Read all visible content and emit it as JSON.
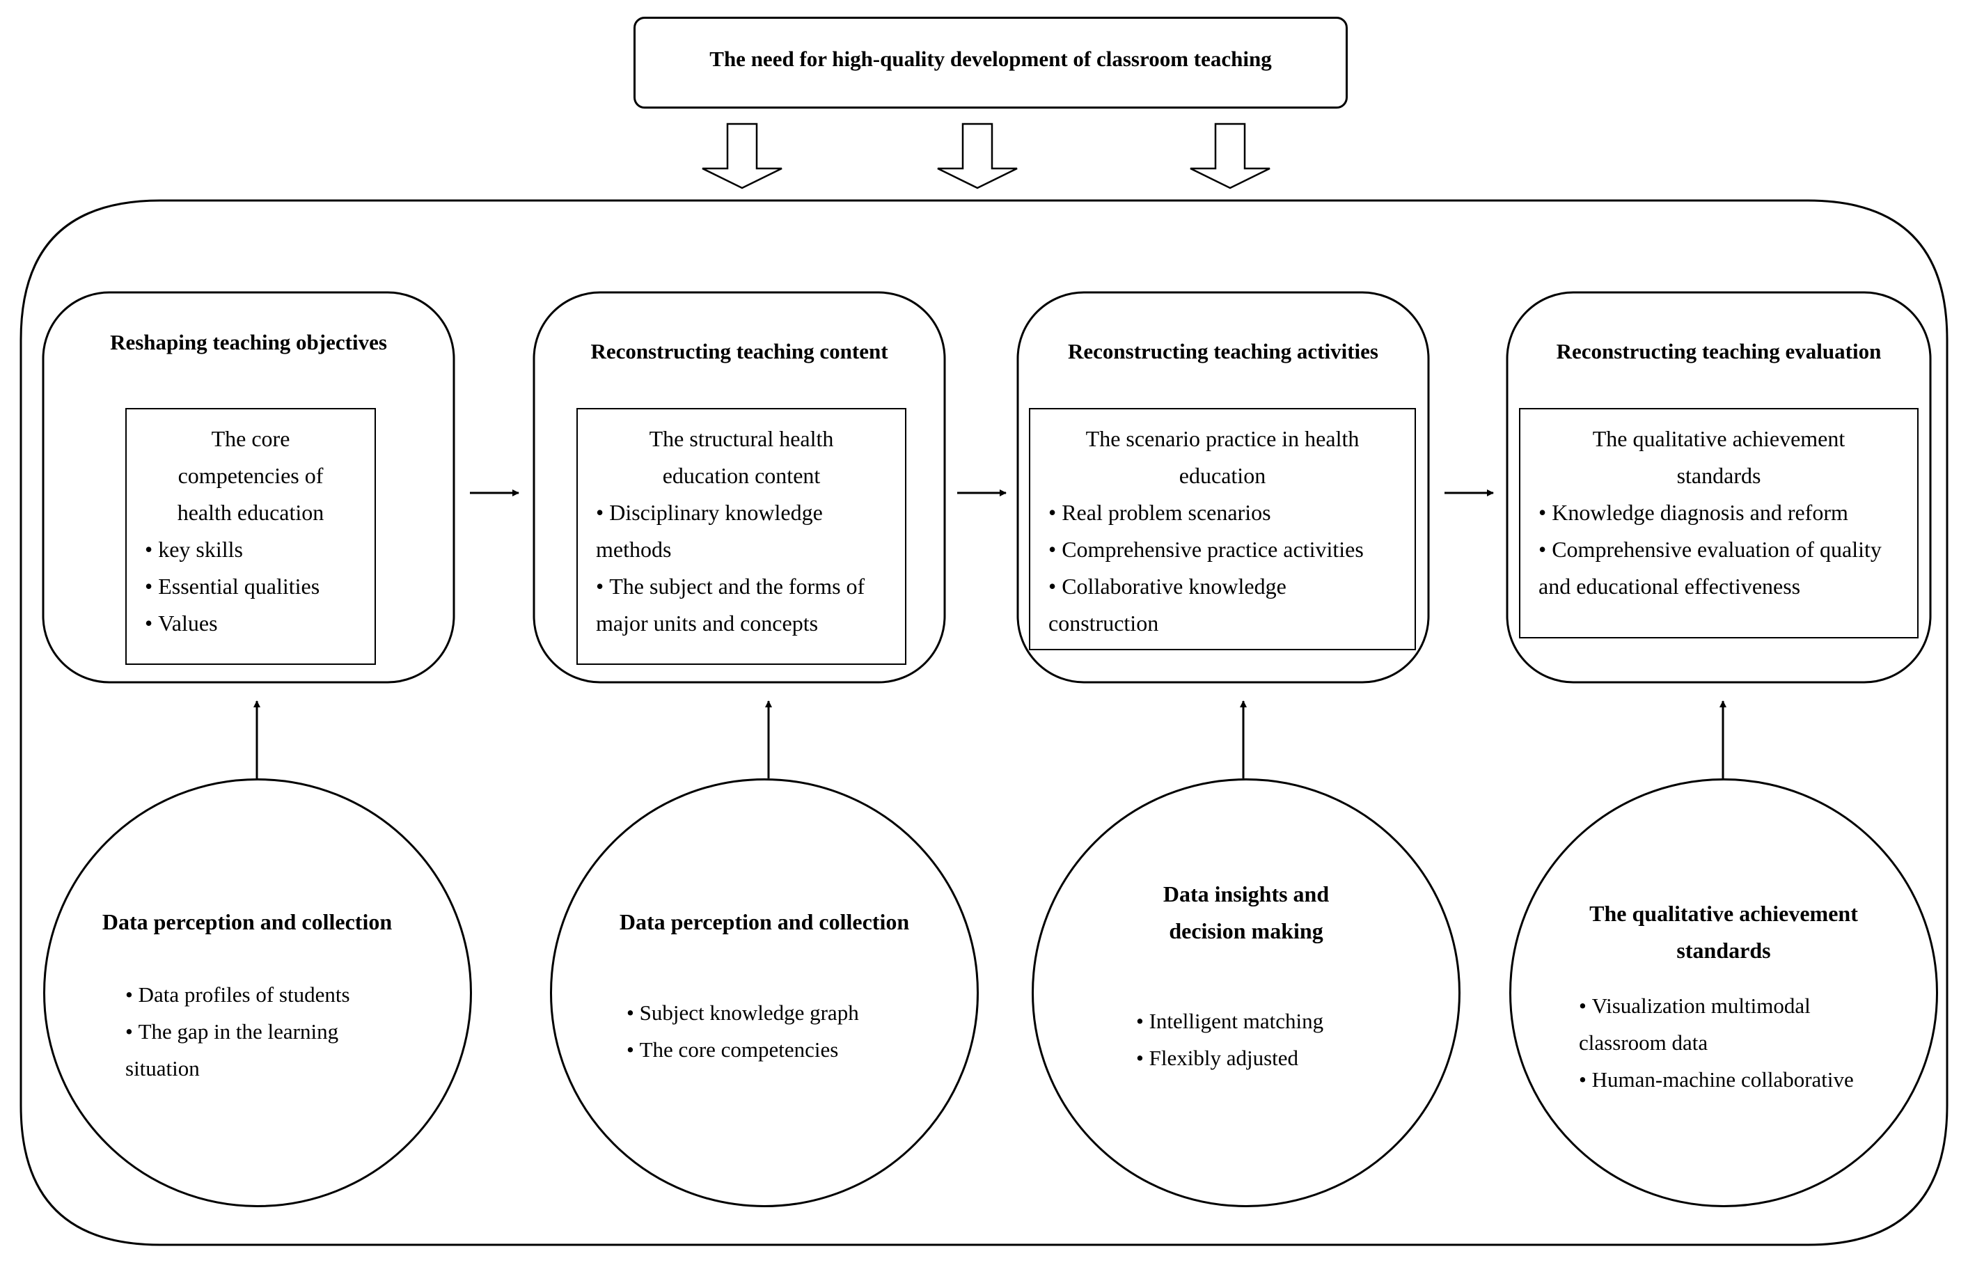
{
  "top_box": {
    "label": "The need for high-quality development of classroom teaching"
  },
  "stages": [
    {
      "title": "Reshaping teaching objectives",
      "heading_lines": [
        "The core",
        "competencies of",
        "health education"
      ],
      "bullets": [
        "key skills",
        "Essential qualities",
        "Values"
      ]
    },
    {
      "title": "Reconstructing teaching content",
      "heading_lines": [
        "The structural health",
        "education content"
      ],
      "bullets": [
        "Disciplinary knowledge methods",
        "The subject and the forms of major units and concepts"
      ]
    },
    {
      "title": "Reconstructing teaching activities",
      "heading_lines": [
        "The scenario practice in health",
        "education"
      ],
      "bullets": [
        "Real problem scenarios",
        "Comprehensive practice activities",
        "Collaborative knowledge construction"
      ]
    },
    {
      "title": "Reconstructing teaching evaluation",
      "heading_lines": [
        "The qualitative achievement",
        "standards"
      ],
      "bullets": [
        "Knowledge diagnosis and reform",
        "Comprehensive evaluation of quality and educational effectiveness"
      ]
    }
  ],
  "circles": [
    {
      "title_lines": [
        "Data perception and collection"
      ],
      "bullets": [
        "Data profiles of students",
        "The gap in the learning situation"
      ]
    },
    {
      "title_lines": [
        "Data perception and collection"
      ],
      "bullets": [
        "Subject knowledge graph",
        "The core competencies"
      ]
    },
    {
      "title_lines": [
        "Data insights and",
        "decision making"
      ],
      "bullets": [
        "Intelligent matching",
        "Flexibly adjusted"
      ]
    },
    {
      "title_lines": [
        "The qualitative achievement",
        "standards"
      ],
      "bullets": [
        "Visualization multimodal classroom data",
        "Human-machine collaborative"
      ]
    }
  ]
}
